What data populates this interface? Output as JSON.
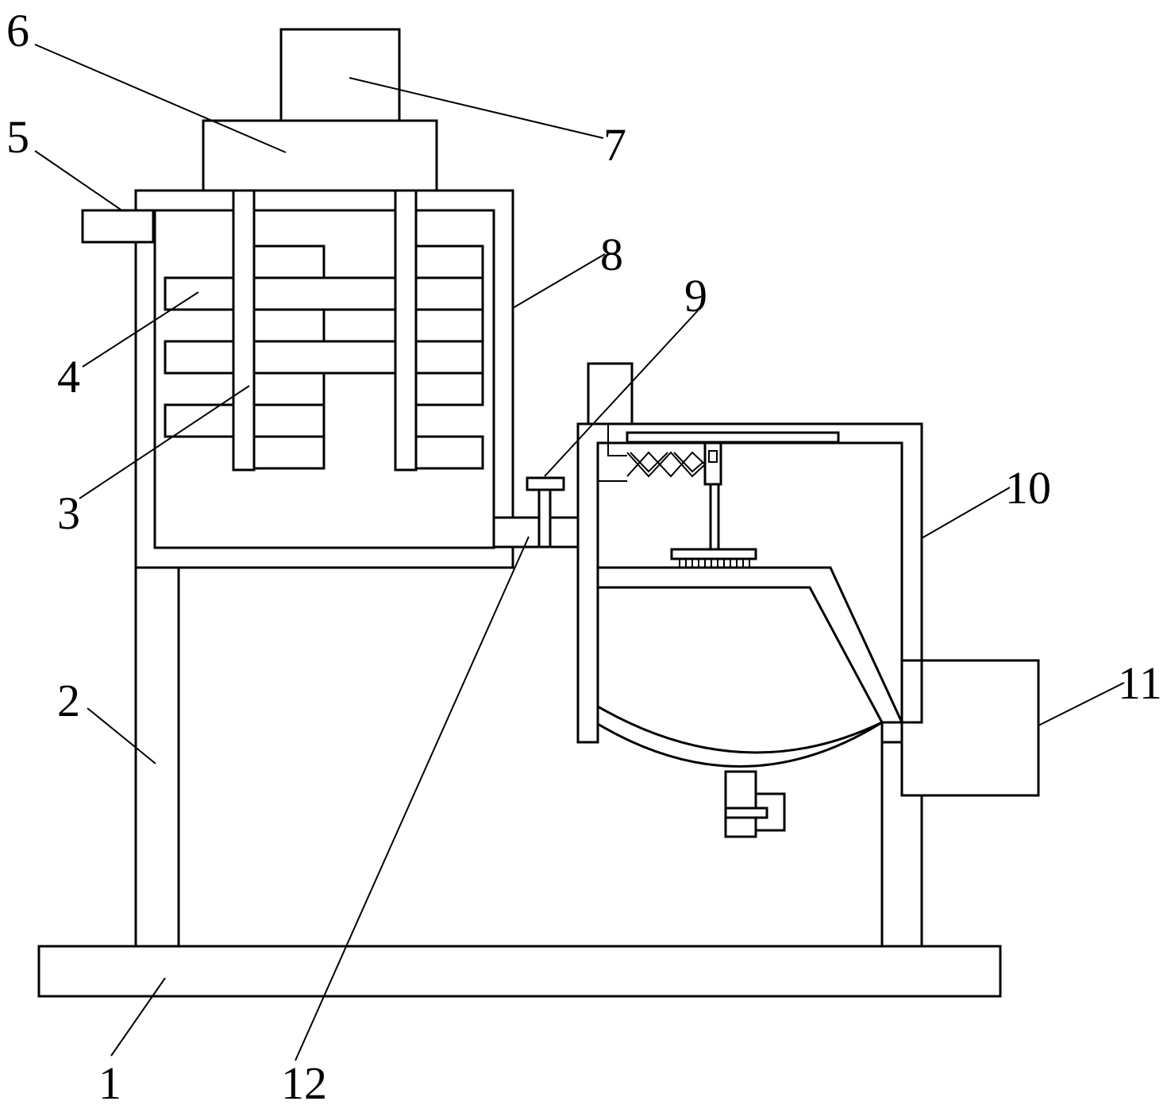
{
  "figure": {
    "labels": [
      "1",
      "2",
      "3",
      "4",
      "5",
      "6",
      "7",
      "8",
      "9",
      "10",
      "11",
      "12"
    ]
  },
  "colors": {
    "line": "#000000",
    "background": "#ffffff"
  }
}
